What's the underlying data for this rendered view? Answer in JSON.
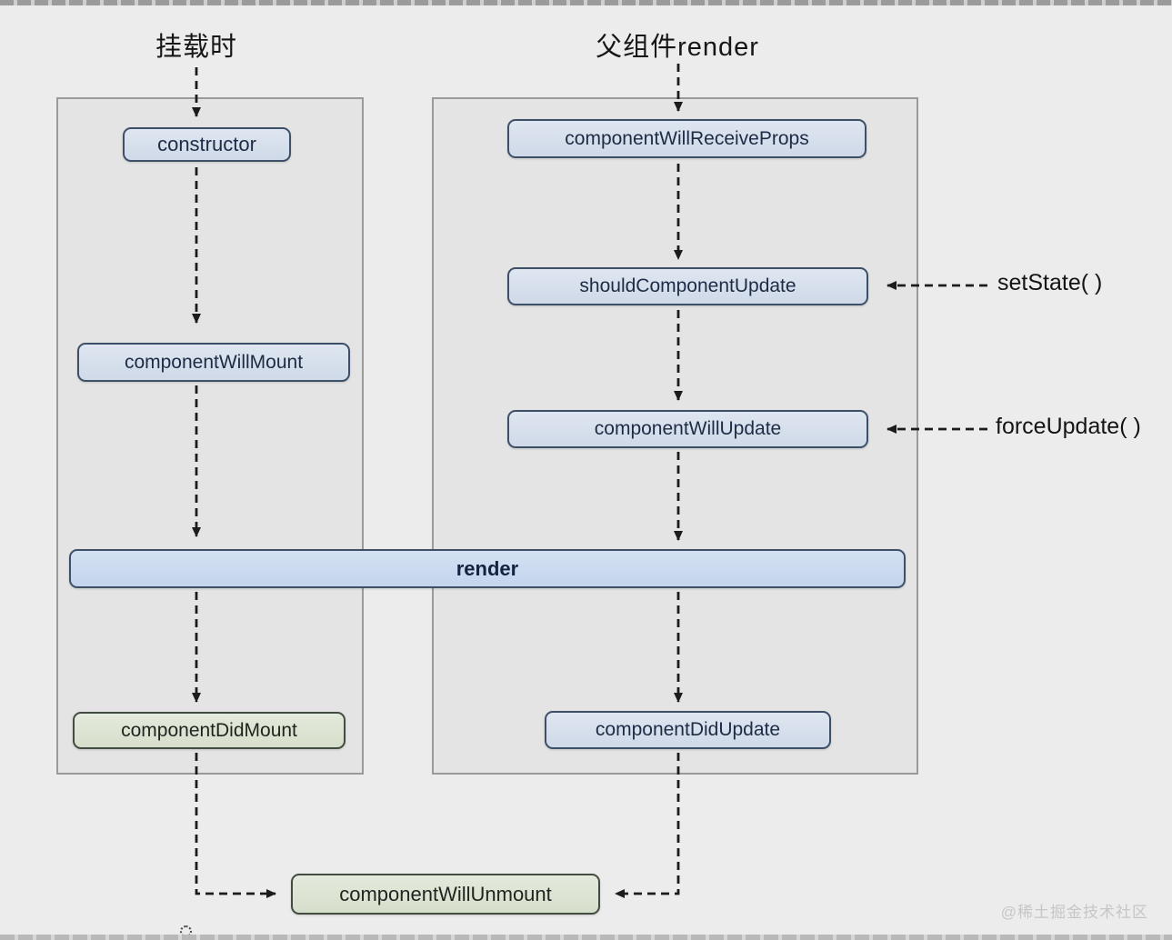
{
  "page": {
    "watermark": "@稀土掘金技术社区",
    "background": "#ececec"
  },
  "diagram": {
    "headings": {
      "mount": "挂载时",
      "parent_render": "父组件render"
    },
    "nodes": {
      "constructor": "constructor",
      "component_will_mount": "componentWillMount",
      "render": "render",
      "component_did_mount": "componentDidMount",
      "component_will_receive_props": "componentWillReceiveProps",
      "should_component_update": "shouldComponentUpdate",
      "component_will_update": "componentWillUpdate",
      "component_did_update": "componentDidUpdate",
      "component_will_unmount": "componentWillUnmount"
    },
    "annotations": {
      "set_state": "setState( )",
      "force_update": "forceUpdate( )"
    },
    "colors": {
      "box_blue_fill": "#d5deea",
      "box_blue_border": "#3e4f68",
      "box_green_fill": "#dee5d5",
      "box_green_border": "#434c40",
      "render_fill": "#c9d9ef",
      "panel_fill": "#e3e4e3",
      "panel_border": "#9a9a9a",
      "arrow_color": "#1c1c1c"
    }
  }
}
